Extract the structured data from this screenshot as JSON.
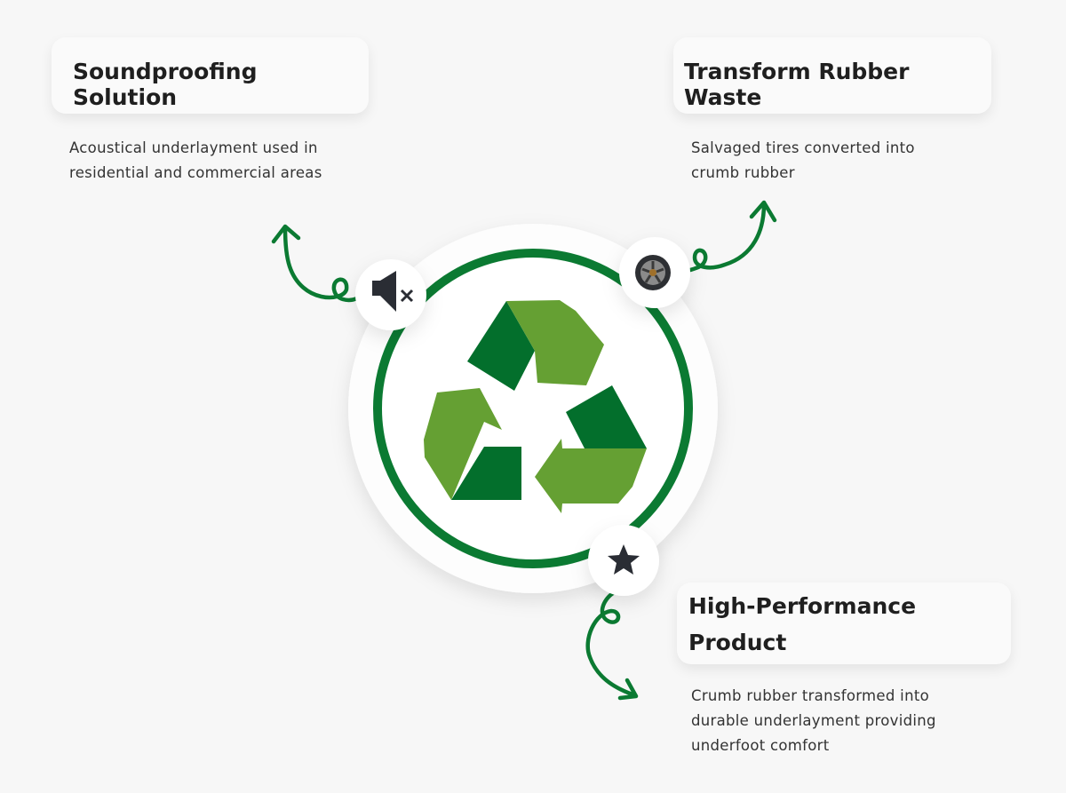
{
  "items": [
    {
      "title": "Soundproofing Solution",
      "description": "Acoustical underlayment used in residential and commercial areas",
      "icon": "muted-speaker-icon"
    },
    {
      "title": "Transform Rubber Waste",
      "description": "Salvaged tires converted into crumb rubber",
      "icon": "tire-icon"
    },
    {
      "title": "High-Performance Product",
      "description": "Crumb rubber transformed into durable underlayment providing underfoot comfort",
      "icon": "star-icon"
    }
  ],
  "center": {
    "icon": "recycle-icon"
  },
  "colors": {
    "ring": "#0b7a32",
    "dark_green": "#036f2c",
    "light_green": "#65a033",
    "icon": "#2a2d34"
  }
}
